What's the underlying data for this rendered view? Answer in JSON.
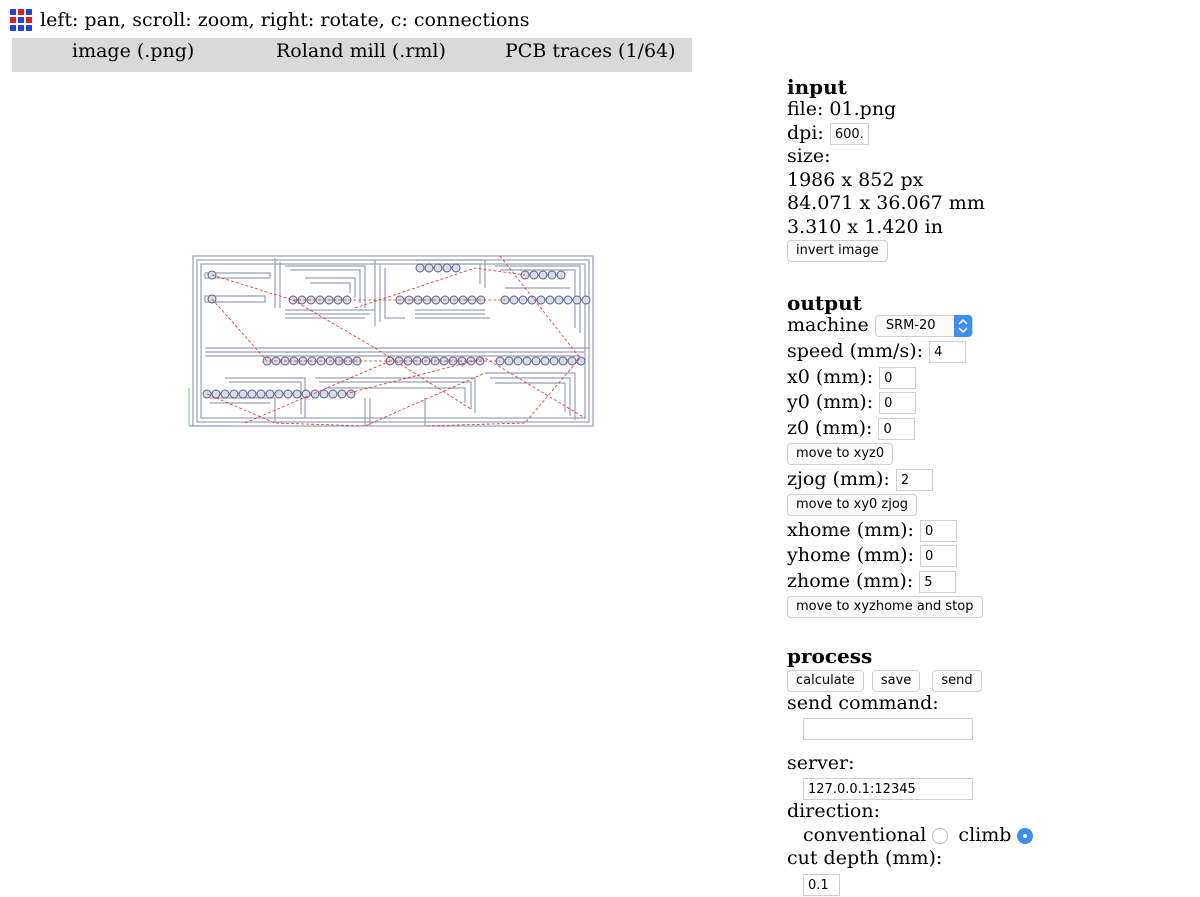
{
  "header": {
    "instructions": "left: pan, scroll: zoom, right: rotate, c: connections",
    "logo_colors": [
      "#1e47d9",
      "#e02020",
      "#1e47d9",
      "#e02020",
      "#1e47d9",
      "#e02020",
      "#1e47d9",
      "#e02020",
      "#1e47d9"
    ]
  },
  "tabs": [
    {
      "label": "image (.png)"
    },
    {
      "label": "Roland mill (.rml)"
    },
    {
      "label": "PCB traces (1/64)"
    }
  ],
  "input": {
    "heading": "input",
    "file": "file: 01.png",
    "dpi_label": "dpi:",
    "dpi_value": "600.",
    "size_label": "size:",
    "size_px": "1986 x 852 px",
    "size_mm": "84.071 x 36.067 mm",
    "size_in": "3.310 x 1.420 in",
    "invert_button": "invert image"
  },
  "output": {
    "heading": "output",
    "machine_label": "machine",
    "machine_value": "SRM-20",
    "speed_label": "speed (mm/s):",
    "speed_value": "4",
    "x0_label": "x0 (mm):",
    "x0_value": "0",
    "y0_label": "y0 (mm):",
    "y0_value": "0",
    "z0_label": "z0 (mm):",
    "z0_value": "0",
    "move_xyz0_button": "move to xyz0",
    "zjog_label": "zjog (mm):",
    "zjog_value": "2",
    "move_xy0_button": "move to xy0 zjog",
    "xhome_label": "xhome (mm):",
    "xhome_value": "0",
    "yhome_label": "yhome (mm):",
    "yhome_value": "0",
    "zhome_label": "zhome (mm):",
    "zhome_value": "5",
    "move_home_button": "move to xyzhome and stop"
  },
  "process": {
    "heading": "process",
    "calculate_button": "calculate",
    "save_button": "save",
    "send_button": "send",
    "send_command_label": "send command:",
    "send_command_value": "",
    "server_label": "server:",
    "server_value": "127.0.0.1:12345",
    "direction_label": "direction:",
    "conventional_label": "conventional",
    "climb_label": "climb",
    "direction_selected": "climb",
    "cut_depth_label": "cut depth (mm):",
    "cut_depth_value": "0.1"
  },
  "colors": {
    "toolbar_bg": "#d9d9d9",
    "accent": "#3b8ef7",
    "trace": "#9aa0b8",
    "connection": "#e03030"
  }
}
